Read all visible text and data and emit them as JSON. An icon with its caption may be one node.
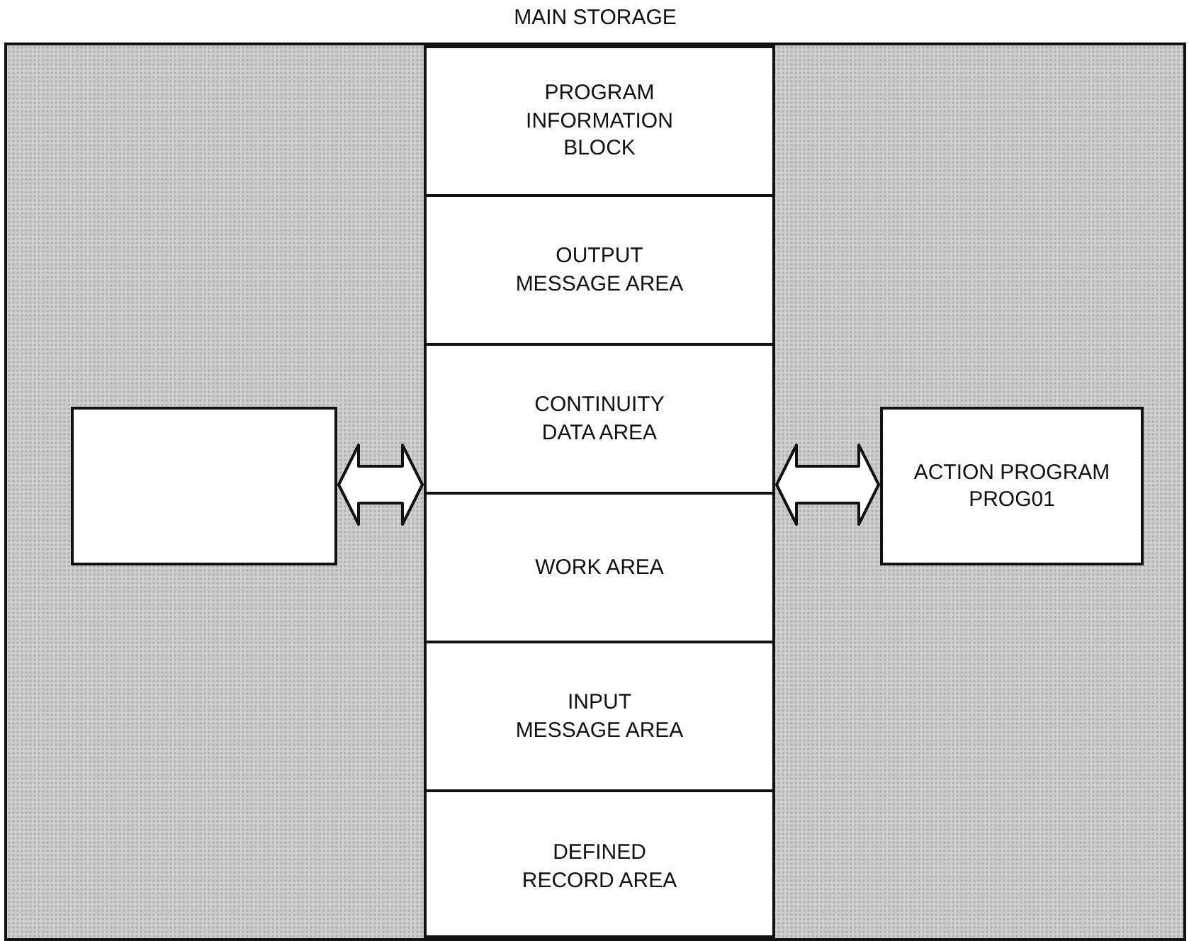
{
  "diagram": {
    "nodes": [
      {
        "text": [
          "MAIN STORAGE"
        ]
      },
      {
        "text": [],
        "shape": "box",
        "in": 0
      },
      {
        "text": [],
        "shape": "box",
        "in": 0
      },
      {
        "text": [
          "PROGRAM INFORMATION BLOCK"
        ],
        "in": 2
      },
      {
        "text": [
          "OUTPUT MESSAGE AREA"
        ],
        "in": 2
      },
      {
        "text": [
          "CONTINUITY DATA AREA"
        ],
        "in": 2
      },
      {
        "text": [
          "WORK AREA"
        ],
        "in": 2
      },
      {
        "text": [
          "INPUT MESSAGE AREA"
        ],
        "in": 2
      },
      {
        "text": [
          "DEFINED RECORD AREA"
        ],
        "in": 2
      },
      {
        "text": [
          "ACTION PROGRAM PROG01"
        ],
        "in": 0
      }
    ],
    "edges": [
      {
        "from": 1,
        "to": 2,
        "arrow": "both"
      },
      {
        "from": 2,
        "to": 9,
        "arrow": "both"
      }
    ]
  }
}
